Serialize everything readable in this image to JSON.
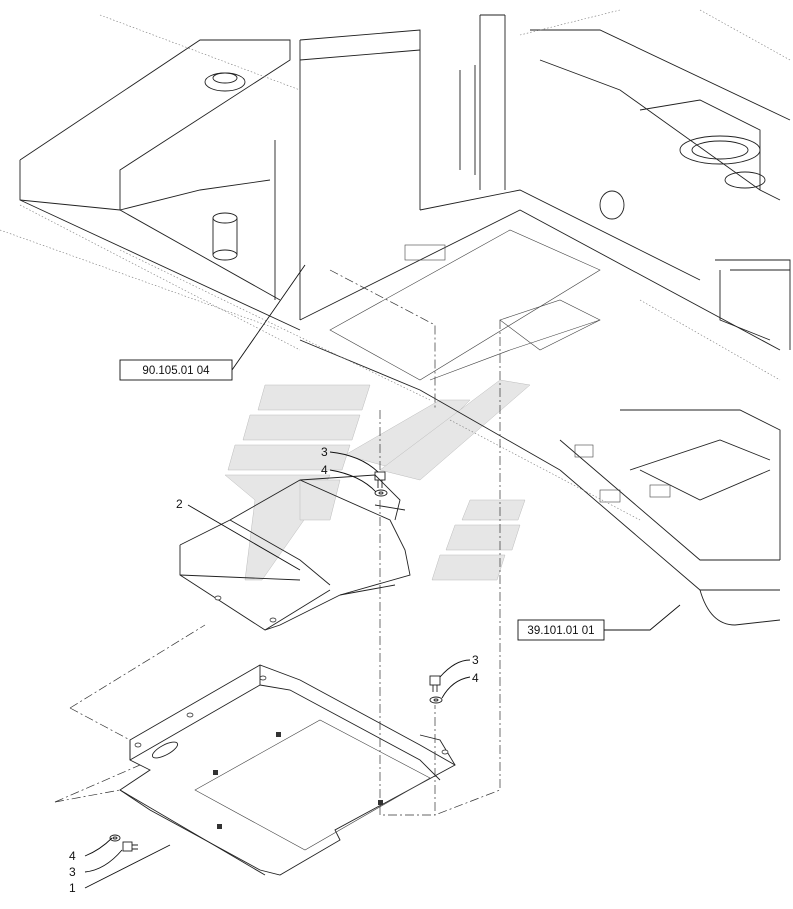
{
  "references": {
    "upper": "90.105.01 04",
    "right": "39.101.01 01"
  },
  "labels": {
    "guard_cover": "2",
    "bolt_upper": "3",
    "washer_upper": "4",
    "bolt_mid": "3",
    "washer_mid": "4",
    "washer_lower": "4",
    "bolt_lower": "3",
    "plate": "1"
  }
}
